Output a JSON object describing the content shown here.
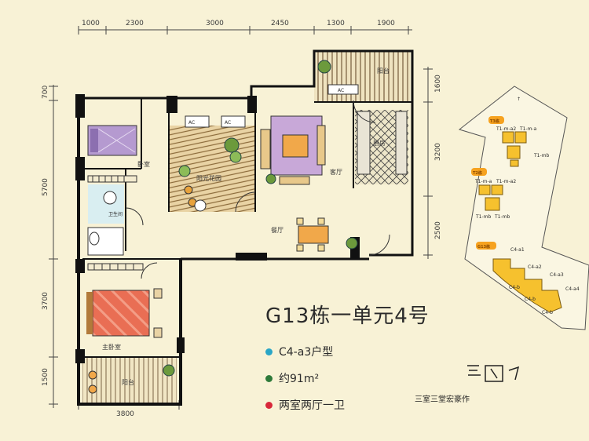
{
  "title": "G13栋一单元4号",
  "features": [
    {
      "text": "C4-a3户型",
      "color": "#2aa6c6"
    },
    {
      "text": "约91m²",
      "color": "#2e7a3a"
    },
    {
      "text": "两室两厅一卫",
      "color": "#d8283a"
    }
  ],
  "dims_top": [
    "1000",
    "2300",
    "3000",
    "2450",
    "1300",
    "1900"
  ],
  "dims_left": [
    "700",
    "5700",
    "3700",
    "1500"
  ],
  "dims_right": [
    "1600",
    "3200",
    "2500"
  ],
  "dim_bottom": "3800",
  "rooms": {
    "bedroom": "卧室",
    "sunroom": "阳光花园",
    "living": "客厅",
    "kitchen": "厨房",
    "balcony_top": "阳台",
    "dining": "餐厅",
    "bath": "卫生间",
    "master": "主卧室",
    "balcony_bottom": "阳台",
    "ac1": "AC",
    "ac2": "AC",
    "ac3": "AC"
  },
  "site": {
    "buildings": [
      {
        "tag": "T3栋",
        "labels": [
          "T1-m-a2",
          "T1-m-a",
          "T1-mb"
        ]
      },
      {
        "tag": "T2栋",
        "labels": [
          "T1-m-a",
          "T1-m-a2",
          "T1-mb",
          "T1-mb"
        ]
      },
      {
        "tag": "G13栋",
        "labels": [
          "C4-a1",
          "C4-a2",
          "C4-a3",
          "C4-a4",
          "C4-b",
          "C4-b",
          "C4-b"
        ]
      }
    ]
  },
  "stamp": "三室三堂宏豪作"
}
